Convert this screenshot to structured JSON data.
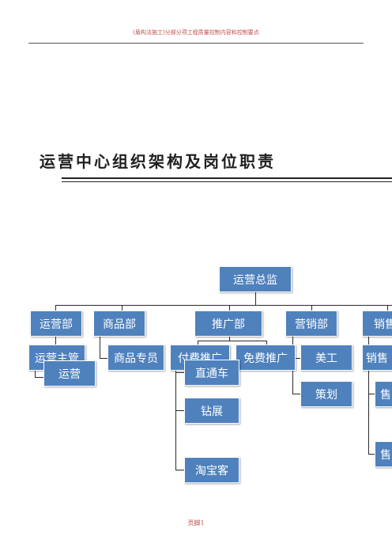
{
  "header": {
    "text": "(盾构法施工)分部分项工程质量控制内容和控制要点"
  },
  "title": "运营中心组织架构及岗位职责",
  "org": {
    "root": "运营总监",
    "dept_ops": "运营部",
    "dept_goods": "商品部",
    "dept_promo": "推广部",
    "dept_marketing": "营销部",
    "dept_sales": "销售",
    "ops_manager": "运营主管",
    "ops": "运营",
    "goods_specialist": "商品专员",
    "paid_promo": "付费推广",
    "free_promo": "免费推广",
    "designer": "美工",
    "planner": "策划",
    "sales_sub": "销售",
    "sales_a": "售",
    "sales_b": "售",
    "through_train": "直通车",
    "diamond_booth": "钻展",
    "taobaoke": "淘宝客"
  },
  "footer": {
    "text": "页脚1"
  },
  "colors": {
    "node": "#4f81bd",
    "header_text": "#c0504d"
  }
}
